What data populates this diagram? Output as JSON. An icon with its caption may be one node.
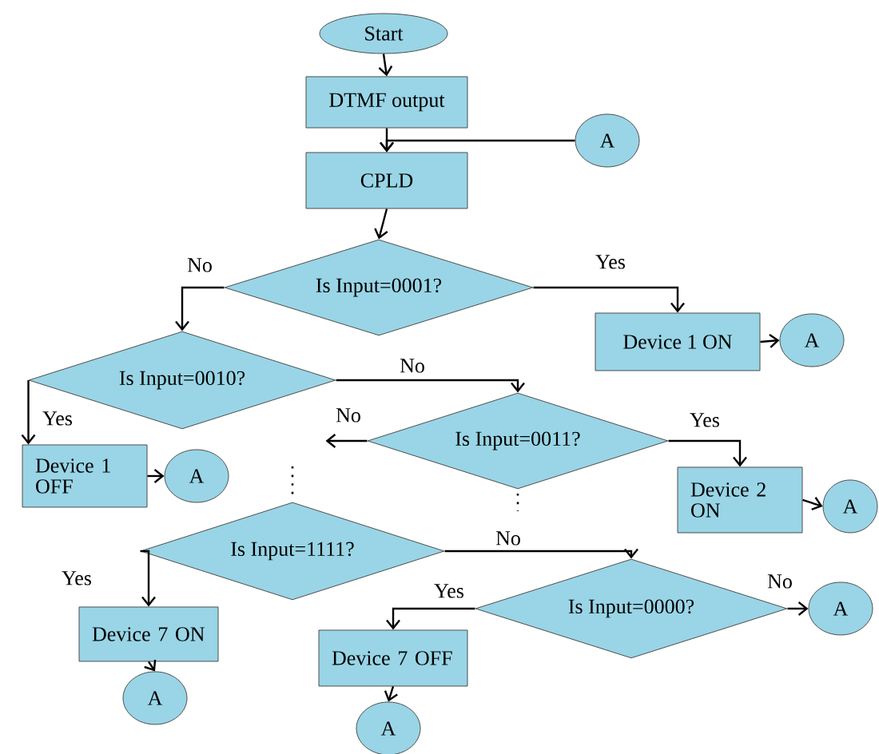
{
  "diagram": {
    "nodes": [
      {
        "text": [
          "Start"
        ]
      },
      {
        "text": [
          "DTMF output"
        ]
      },
      {
        "text": [
          "A"
        ]
      },
      {
        "text": [
          "CPLD"
        ]
      },
      {
        "text": [
          "Is Input=0001?"
        ]
      },
      {
        "text": [
          "Device 1 ON"
        ]
      },
      {
        "text": [
          "A"
        ]
      },
      {
        "text": [
          "Is Input=0010?"
        ]
      },
      {
        "text": [
          "Is Input=0011?"
        ]
      },
      {
        "text": [
          "Device 2 ON"
        ]
      },
      {
        "text": [
          "A"
        ]
      },
      {
        "text": [
          "Device 1 OFF"
        ]
      },
      {
        "text": [
          "A"
        ]
      },
      {
        "text": [
          "Is Input=1111?"
        ]
      },
      {
        "text": [
          "Is Input=0000?"
        ]
      },
      {
        "text": [
          "A"
        ]
      },
      {
        "text": [
          "Device 7 ON"
        ]
      },
      {
        "text": [
          "A"
        ]
      },
      {
        "text": [
          "Device 7 OFF"
        ]
      },
      {
        "text": [
          "A"
        ]
      }
    ],
    "edges": [
      {
        "from": 0,
        "to": 1,
        "arrow": "to"
      },
      {
        "from": 1,
        "to": 3,
        "arrow": "to"
      },
      {
        "from": 2,
        "to": 3,
        "arrow": "to"
      },
      {
        "from": 3,
        "to": 4,
        "arrow": "to"
      },
      {
        "from": 4,
        "to": 7,
        "arrow": "to",
        "label": "No"
      },
      {
        "from": 4,
        "to": 5,
        "arrow": "to",
        "label": "Yes"
      },
      {
        "from": 5,
        "to": 6,
        "arrow": "to"
      },
      {
        "from": 7,
        "to": 11,
        "arrow": "to",
        "label": "Yes"
      },
      {
        "from": 7,
        "to": 8,
        "arrow": "to",
        "label": "No"
      },
      {
        "from": 8,
        "to": null,
        "arrow": "to",
        "label": "No"
      },
      {
        "from": 8,
        "to": 9,
        "arrow": "to",
        "label": "Yes"
      },
      {
        "from": 9,
        "to": 10,
        "arrow": "to"
      },
      {
        "from": 11,
        "to": 12,
        "arrow": "to"
      },
      {
        "from": 13,
        "to": 16,
        "arrow": "to",
        "label": "Yes"
      },
      {
        "from": 13,
        "to": 14,
        "arrow": "to",
        "label": "No"
      },
      {
        "from": 14,
        "to": 18,
        "arrow": "to",
        "label": "Yes"
      },
      {
        "from": 14,
        "to": 15,
        "arrow": "to",
        "label": "No"
      },
      {
        "from": 16,
        "to": 17,
        "arrow": "to"
      },
      {
        "from": 18,
        "to": 19,
        "arrow": "to"
      }
    ]
  }
}
